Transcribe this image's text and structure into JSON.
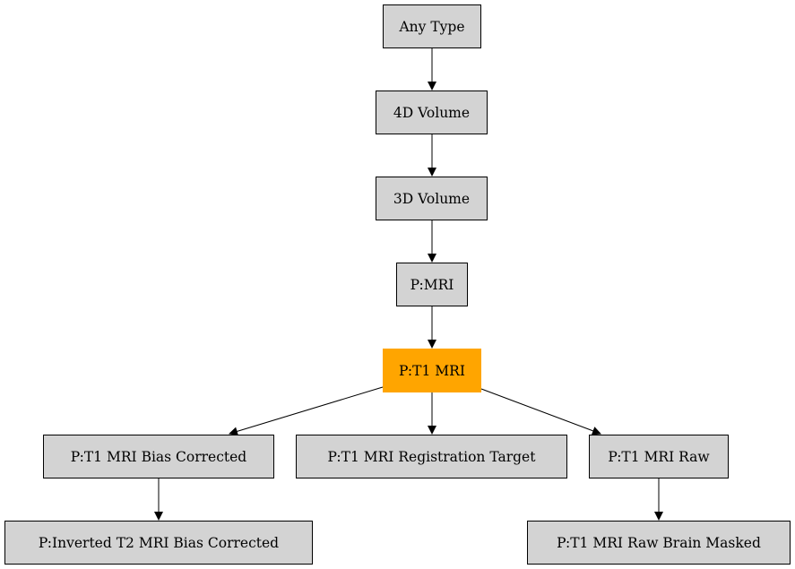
{
  "diagram": {
    "nodes": {
      "any_type": "Any Type",
      "vol4d": "4D Volume",
      "vol3d": "3D Volume",
      "p_mri": "P:MRI",
      "p_t1_mri": "P:T1 MRI",
      "bias_corrected": "P:T1 MRI Bias Corrected",
      "registration_target": "P:T1 MRI Registration Target",
      "raw": "P:T1 MRI Raw",
      "inverted_t2": "P:Inverted T2 MRI Bias Corrected",
      "raw_brain_masked": "P:T1 MRI Raw Brain Masked"
    },
    "edges": [
      [
        "any_type",
        "vol4d"
      ],
      [
        "vol4d",
        "vol3d"
      ],
      [
        "vol3d",
        "p_mri"
      ],
      [
        "p_mri",
        "p_t1_mri"
      ],
      [
        "p_t1_mri",
        "bias_corrected"
      ],
      [
        "p_t1_mri",
        "registration_target"
      ],
      [
        "p_t1_mri",
        "raw"
      ],
      [
        "bias_corrected",
        "inverted_t2"
      ],
      [
        "raw",
        "raw_brain_masked"
      ]
    ],
    "highlighted_node": "p_t1_mri",
    "colors": {
      "node_fill": "#d3d3d3",
      "highlight_fill": "#ffa500",
      "edge": "#000000"
    }
  }
}
